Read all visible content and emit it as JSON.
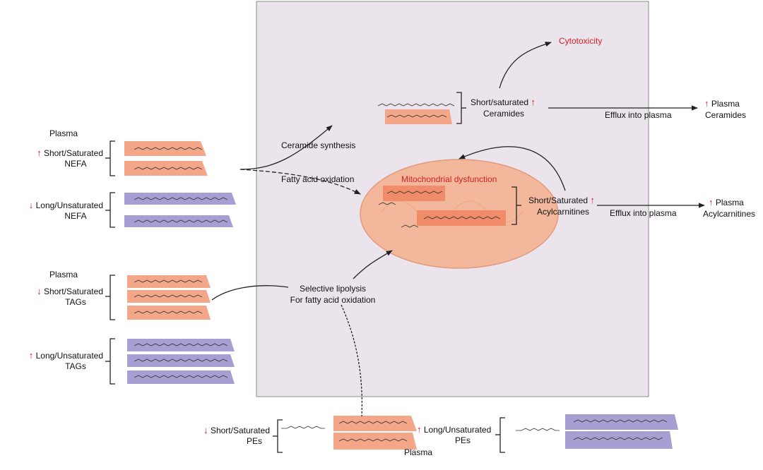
{
  "colors": {
    "panel": "#ebe4ec",
    "panel_border": "#9c9c9c",
    "saturated_fill": "#f4a689",
    "unsaturated_fill": "#a79ed2",
    "mito_fill": "#f3b89b",
    "highlight_red": "#d32020",
    "arrow": "#222222"
  },
  "up_arrow": "↑",
  "down_arrow": "↓",
  "left": {
    "plasma_nefa": "Plasma",
    "nefa_short": "Short/Saturated",
    "nefa_short_sub": "NEFA",
    "nefa_long": "Long/Unsaturated",
    "nefa_long_sub": "NEFA",
    "plasma_tags": "Plasma",
    "tags_short": "Short/Saturated",
    "tags_short_sub": "TAGs",
    "tags_long": "Long/Unsaturated",
    "tags_long_sub": "TAGs"
  },
  "center": {
    "ceramide_synthesis": "Ceramide synthesis",
    "fatty_acid_oxidation": "Fatty acid oxidation",
    "mito_dysfunction": "Mitochondrial dysfunction",
    "lipolysis_1": "Selective lipolysis",
    "lipolysis_2": "For fatty acid oxidation",
    "cytotoxicity": "Cytotoxicity"
  },
  "right": {
    "cer_short": "Short/saturated",
    "cer_sub": "Ceramides",
    "efflux_1": "Efflux into plasma",
    "plasma_cer_1": "Plasma",
    "plasma_cer_2": "Ceramides",
    "acyl_short": "Short/Saturated",
    "acyl_sub": "Acylcarnitines",
    "efflux_2": "Efflux into plasma",
    "plasma_acyl_1": "Plasma",
    "plasma_acyl_2": "Acylcarnitines"
  },
  "bottom": {
    "pe_short": "Short/Saturated",
    "pe_short_sub": "PEs",
    "pe_long": "Long/Unsaturated",
    "pe_long_sub": "PEs",
    "plasma": "Plasma"
  }
}
